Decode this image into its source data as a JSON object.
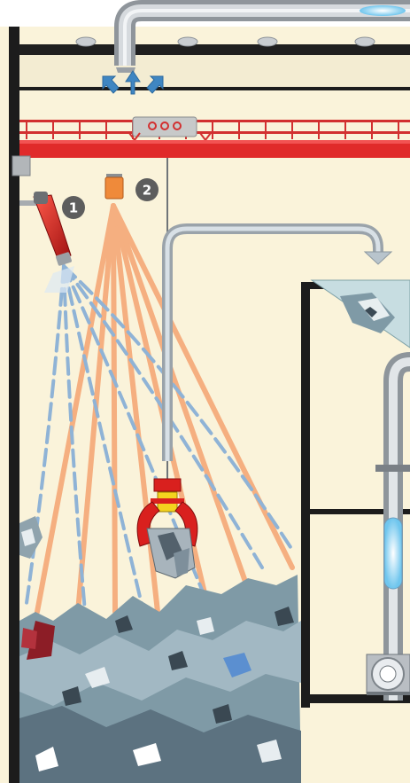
{
  "markers": [
    {
      "id": "1",
      "label": "1"
    },
    {
      "id": "2",
      "label": "2"
    }
  ],
  "colors": {
    "wall": "#faf3da",
    "frame": "#1c1c1c",
    "duct": "#b8bdc2",
    "crane_beam": "#e02a2a",
    "sprayer": "#d42424",
    "sensor": "#ef8a3a",
    "light_rays": "#f5a877",
    "water_spray": "#8fb3d6",
    "airflow_arrows": "#3f86c2",
    "marker_badge": "#5d5d5d",
    "waste_pile": "#7f9aa6"
  },
  "icons": {
    "sprayer": "spray-nozzle-icon",
    "sensor": "detector-icon",
    "grab": "crane-grab-icon",
    "airflow": "air-intake-arrows-icon",
    "return_arrow": "down-arrow-icon",
    "pump": "pump-icon"
  }
}
